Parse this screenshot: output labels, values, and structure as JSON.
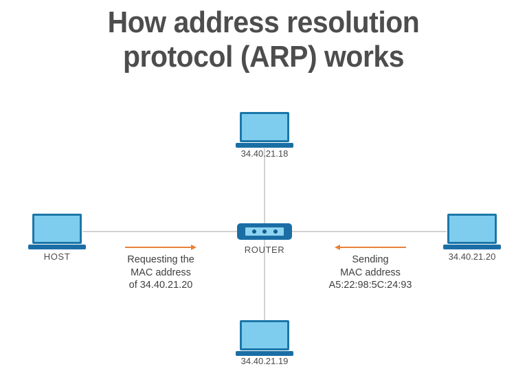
{
  "title": {
    "line1": "How address resolution",
    "line2": "protocol (ARP) works"
  },
  "colors": {
    "title_text": "#4d4d4d",
    "device_border": "#1b76a8",
    "device_screen": "#7ecdee",
    "device_base": "#1b6ea5",
    "router_body": "#1b6ea5",
    "router_slot": "#8ed3f0",
    "router_dot": "#0f5b8c",
    "link_line": "#d2d2d2",
    "arrow": "#e8813a",
    "label_text": "#4a4a4a",
    "caption_text": "#3f3f3f"
  },
  "nodes": {
    "top": {
      "label": "34.40.21.18",
      "type": "laptop"
    },
    "left": {
      "label": "HOST",
      "type": "laptop"
    },
    "right": {
      "label": "34.40.21.20",
      "type": "laptop"
    },
    "bottom": {
      "label": "34.40.21.19",
      "type": "laptop"
    },
    "center": {
      "label": "ROUTER",
      "type": "router"
    }
  },
  "flows": {
    "request": {
      "direction": "right",
      "line1": "Requesting the",
      "line2": "MAC address",
      "line3": "of 34.40.21.20"
    },
    "response": {
      "direction": "left",
      "line1": "Sending",
      "line2": "MAC address",
      "line3": "A5:22:98:5C:24:93"
    }
  }
}
